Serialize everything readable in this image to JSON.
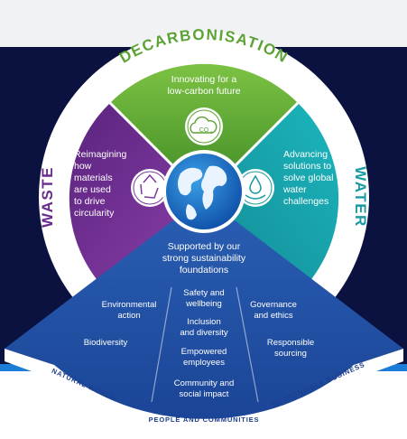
{
  "rim_labels": {
    "top": "DECARBONISATION",
    "left": "WASTE",
    "right": "WATER"
  },
  "quadrants": {
    "top": [
      "Innovating for a",
      "low-carbon future"
    ],
    "left": [
      "Reimagining",
      "how",
      "materials",
      "are used",
      "to drive",
      "circularity"
    ],
    "right": [
      "Advancing",
      "solutions to",
      "solve global",
      "water",
      "challenges"
    ]
  },
  "icons": {
    "top": "co2-cloud-icon",
    "left": "recycle-icon",
    "right": "water-drop-hand-icon",
    "center": "globe-icon"
  },
  "foundations": {
    "heading": [
      "Supported by our",
      "strong sustainability",
      "foundations"
    ],
    "natural_world": {
      "items": [
        [
          "Environmental",
          "action"
        ],
        [
          "Biodiversity"
        ]
      ],
      "label": "NATURAL WORLD"
    },
    "people": {
      "items": [
        [
          "Safety and",
          "wellbeing"
        ],
        [
          "Inclusion",
          "and diversity"
        ],
        [
          "Empowered",
          "employees"
        ],
        [
          "Community and",
          "social impact"
        ]
      ],
      "label": "PEOPLE AND COMMUNITIES"
    },
    "responsible": {
      "items": [
        [
          "Governance",
          "and ethics"
        ],
        [
          "Responsible",
          "sourcing"
        ]
      ],
      "label": "RESPONSIBLE BUSINESS"
    }
  },
  "colors": {
    "decarbonisation": "#5fa832",
    "waste": "#6d2f8f",
    "water": "#1aa5ad",
    "foundations": "#1f4fa0",
    "rim_text_green": "#5aa334",
    "rim_text_purple": "#6a2c8e",
    "rim_text_teal": "#1a9aa2"
  }
}
